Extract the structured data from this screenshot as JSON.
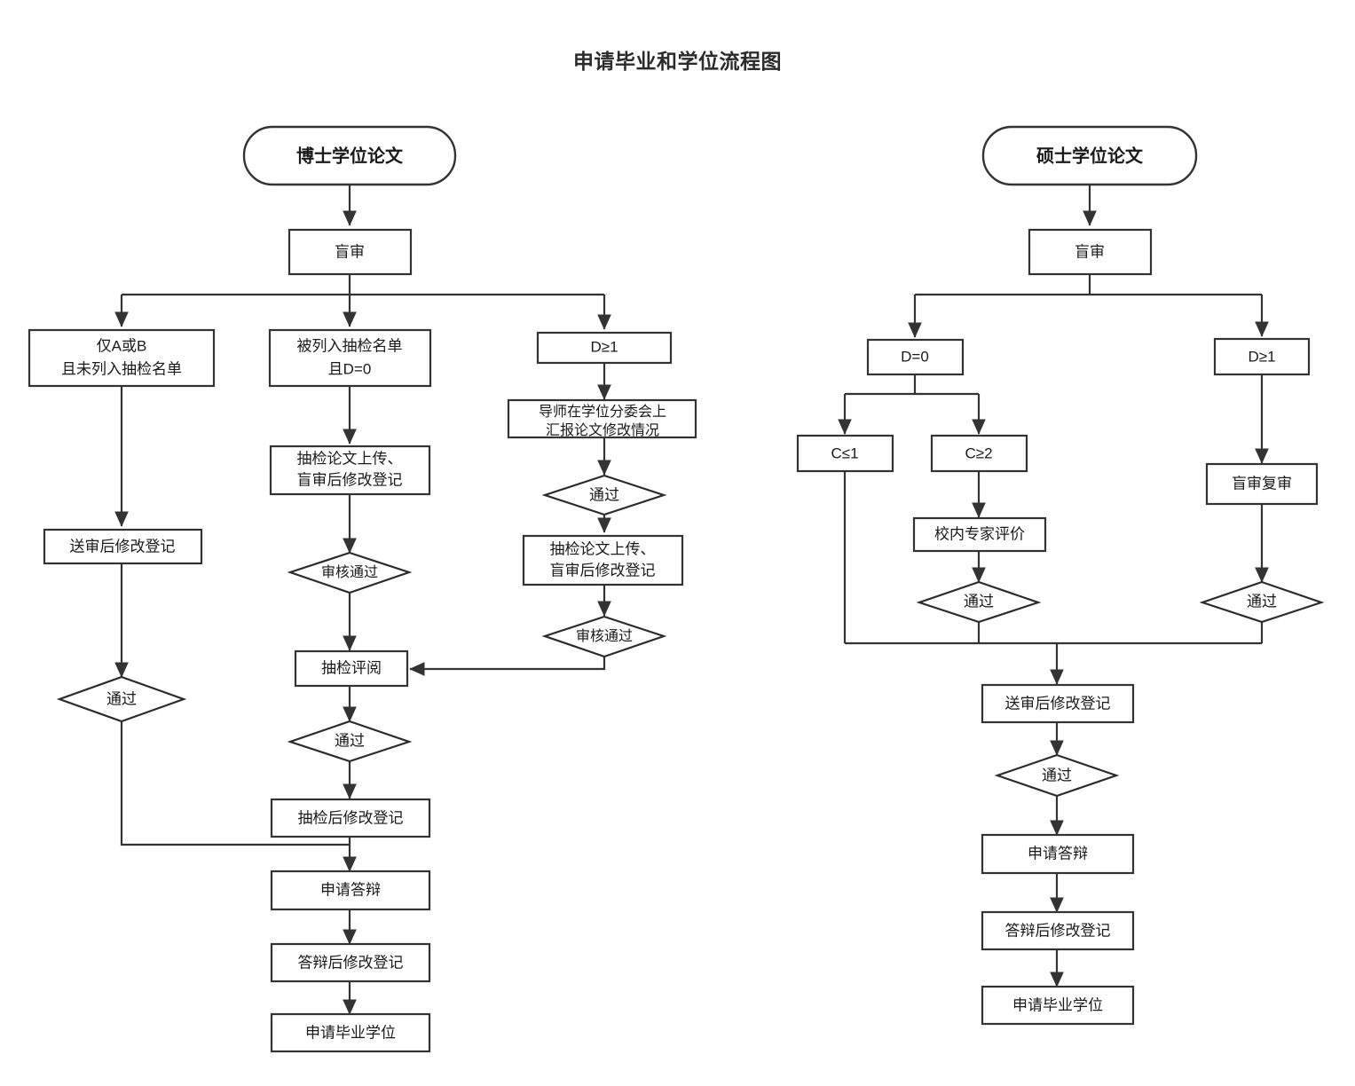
{
  "title": "申请毕业和学位流程图",
  "colors": {
    "background": "#ffffff",
    "node_stroke": "#333333",
    "node_fill": "#ffffff",
    "edge": "#333333",
    "text": "#1a1a1a",
    "title_text": "#2b2b2b"
  },
  "chart_data": {
    "type": "diagram",
    "title": "申请毕业和学位流程图",
    "lanes": [
      {
        "name": "doctoral",
        "start": "博士学位论文"
      },
      {
        "name": "master",
        "start": "硕士学位论文"
      }
    ],
    "nodes": [
      {
        "id": "d_start",
        "lane": "doctoral",
        "shape": "terminator",
        "label": "博士学位论文"
      },
      {
        "id": "d_blind",
        "lane": "doctoral",
        "shape": "process",
        "label": "盲审"
      },
      {
        "id": "d_ab",
        "lane": "doctoral",
        "shape": "process",
        "label_line1": "仅A或B",
        "label_line2": "且未列入抽检名单"
      },
      {
        "id": "d_listed",
        "lane": "doctoral",
        "shape": "process",
        "label_line1": "被列入抽检名单",
        "label_line2": "且D=0"
      },
      {
        "id": "d_dge1",
        "lane": "doctoral",
        "shape": "process",
        "label": "D≥1"
      },
      {
        "id": "d_report",
        "lane": "doctoral",
        "shape": "process",
        "label_line1": "导师在学位分委会上",
        "label_line2": "汇报论文修改情况"
      },
      {
        "id": "d_pass1",
        "lane": "doctoral",
        "shape": "decision",
        "label": "通过"
      },
      {
        "id": "d_upload1",
        "lane": "doctoral",
        "shape": "process",
        "label_line1": "抽检论文上传、",
        "label_line2": "盲审后修改登记"
      },
      {
        "id": "d_upload2",
        "lane": "doctoral",
        "shape": "process",
        "label_line1": "抽检论文上传、",
        "label_line2": "盲审后修改登记"
      },
      {
        "id": "d_check1",
        "lane": "doctoral",
        "shape": "decision",
        "label": "审核通过"
      },
      {
        "id": "d_check2",
        "lane": "doctoral",
        "shape": "decision",
        "label": "审核通过"
      },
      {
        "id": "d_afterrev",
        "lane": "doctoral",
        "shape": "process",
        "label": "送审后修改登记"
      },
      {
        "id": "d_pass2",
        "lane": "doctoral",
        "shape": "decision",
        "label": "通过"
      },
      {
        "id": "d_review",
        "lane": "doctoral",
        "shape": "process",
        "label": "抽检评阅"
      },
      {
        "id": "d_pass3",
        "lane": "doctoral",
        "shape": "decision",
        "label": "通过"
      },
      {
        "id": "d_postchk",
        "lane": "doctoral",
        "shape": "process",
        "label": "抽检后修改登记"
      },
      {
        "id": "d_apply",
        "lane": "doctoral",
        "shape": "process",
        "label": "申请答辩"
      },
      {
        "id": "d_postdef",
        "lane": "doctoral",
        "shape": "process",
        "label": "答辩后修改登记"
      },
      {
        "id": "d_degree",
        "lane": "doctoral",
        "shape": "process",
        "label": "申请毕业学位"
      },
      {
        "id": "m_start",
        "lane": "master",
        "shape": "terminator",
        "label": "硕士学位论文"
      },
      {
        "id": "m_blind",
        "lane": "master",
        "shape": "process",
        "label": "盲审"
      },
      {
        "id": "m_d0",
        "lane": "master",
        "shape": "process",
        "label": "D=0"
      },
      {
        "id": "m_dge1",
        "lane": "master",
        "shape": "process",
        "label": "D≥1"
      },
      {
        "id": "m_cle1",
        "lane": "master",
        "shape": "process",
        "label": "C≤1"
      },
      {
        "id": "m_cge2",
        "lane": "master",
        "shape": "process",
        "label": "C≥2"
      },
      {
        "id": "m_expert",
        "lane": "master",
        "shape": "process",
        "label": "校内专家评价"
      },
      {
        "id": "m_recheck",
        "lane": "master",
        "shape": "process",
        "label": "盲审复审"
      },
      {
        "id": "m_pass1",
        "lane": "master",
        "shape": "decision",
        "label": "通过"
      },
      {
        "id": "m_pass2",
        "lane": "master",
        "shape": "decision",
        "label": "通过"
      },
      {
        "id": "m_afterrev",
        "lane": "master",
        "shape": "process",
        "label": "送审后修改登记"
      },
      {
        "id": "m_pass3",
        "lane": "master",
        "shape": "decision",
        "label": "通过"
      },
      {
        "id": "m_apply",
        "lane": "master",
        "shape": "process",
        "label": "申请答辩"
      },
      {
        "id": "m_postdef",
        "lane": "master",
        "shape": "process",
        "label": "答辩后修改登记"
      },
      {
        "id": "m_degree",
        "lane": "master",
        "shape": "process",
        "label": "申请毕业学位"
      }
    ],
    "edges": [
      [
        "d_start",
        "d_blind"
      ],
      [
        "d_blind",
        "d_ab"
      ],
      [
        "d_blind",
        "d_listed"
      ],
      [
        "d_blind",
        "d_dge1"
      ],
      [
        "d_ab",
        "d_afterrev"
      ],
      [
        "d_afterrev",
        "d_pass2"
      ],
      [
        "d_pass2",
        "d_apply"
      ],
      [
        "d_listed",
        "d_upload1"
      ],
      [
        "d_upload1",
        "d_check1"
      ],
      [
        "d_check1",
        "d_review"
      ],
      [
        "d_dge1",
        "d_report"
      ],
      [
        "d_report",
        "d_pass1"
      ],
      [
        "d_pass1",
        "d_upload2"
      ],
      [
        "d_upload2",
        "d_check2"
      ],
      [
        "d_check2",
        "d_review"
      ],
      [
        "d_review",
        "d_pass3"
      ],
      [
        "d_pass3",
        "d_postchk"
      ],
      [
        "d_postchk",
        "d_apply"
      ],
      [
        "d_apply",
        "d_postdef"
      ],
      [
        "d_postdef",
        "d_degree"
      ],
      [
        "m_start",
        "m_blind"
      ],
      [
        "m_blind",
        "m_d0"
      ],
      [
        "m_blind",
        "m_dge1"
      ],
      [
        "m_d0",
        "m_cle1"
      ],
      [
        "m_d0",
        "m_cge2"
      ],
      [
        "m_cge2",
        "m_expert"
      ],
      [
        "m_expert",
        "m_pass1"
      ],
      [
        "m_dge1",
        "m_recheck"
      ],
      [
        "m_recheck",
        "m_pass2"
      ],
      [
        "m_cle1",
        "m_afterrev"
      ],
      [
        "m_pass1",
        "m_afterrev"
      ],
      [
        "m_pass2",
        "m_afterrev"
      ],
      [
        "m_afterrev",
        "m_pass3"
      ],
      [
        "m_pass3",
        "m_apply"
      ],
      [
        "m_apply",
        "m_postdef"
      ],
      [
        "m_postdef",
        "m_degree"
      ]
    ]
  },
  "labels": {
    "title": "申请毕业和学位流程图",
    "doctoral_start": "博士学位论文",
    "master_start": "硕士学位论文",
    "blind_review": "盲审",
    "only_ab_l1": "仅A或B",
    "only_ab_l2": "且未列入抽检名单",
    "listed_l1": "被列入抽检名单",
    "listed_l2": "且D=0",
    "d_ge_1": "D≥1",
    "advisor_l1": "导师在学位分委会上",
    "advisor_l2": "汇报论文修改情况",
    "pass": "通过",
    "upload_l1": "抽检论文上传、",
    "upload_l2": "盲审后修改登记",
    "review_pass": "审核通过",
    "after_submit_reg": "送审后修改登记",
    "spot_review": "抽检评阅",
    "after_spot_reg": "抽检后修改登记",
    "apply_defense": "申请答辩",
    "after_defense_reg": "答辩后修改登记",
    "apply_degree": "申请毕业学位",
    "d_eq_0": "D=0",
    "c_le_1": "C≤1",
    "c_ge_2": "C≥2",
    "expert_eval": "校内专家评价",
    "blind_recheck": "盲审复审"
  }
}
